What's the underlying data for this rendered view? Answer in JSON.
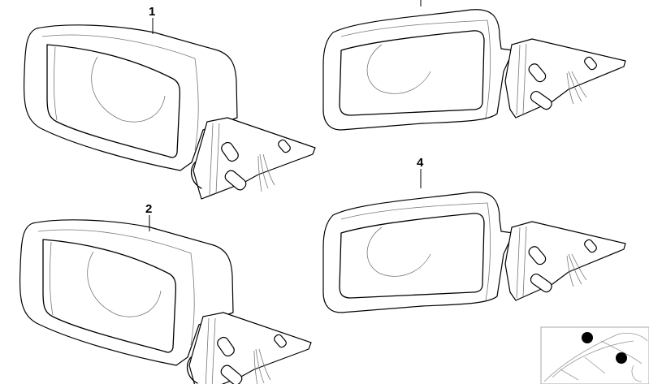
{
  "diagram": {
    "part_labels": [
      {
        "id": "1",
        "text": "1"
      },
      {
        "id": "2",
        "text": "2"
      },
      {
        "id": "4",
        "text": "4"
      }
    ],
    "inset": {
      "icon": "car-location-thumbnail",
      "marker_count": 2,
      "marker_color": "#000000"
    }
  }
}
